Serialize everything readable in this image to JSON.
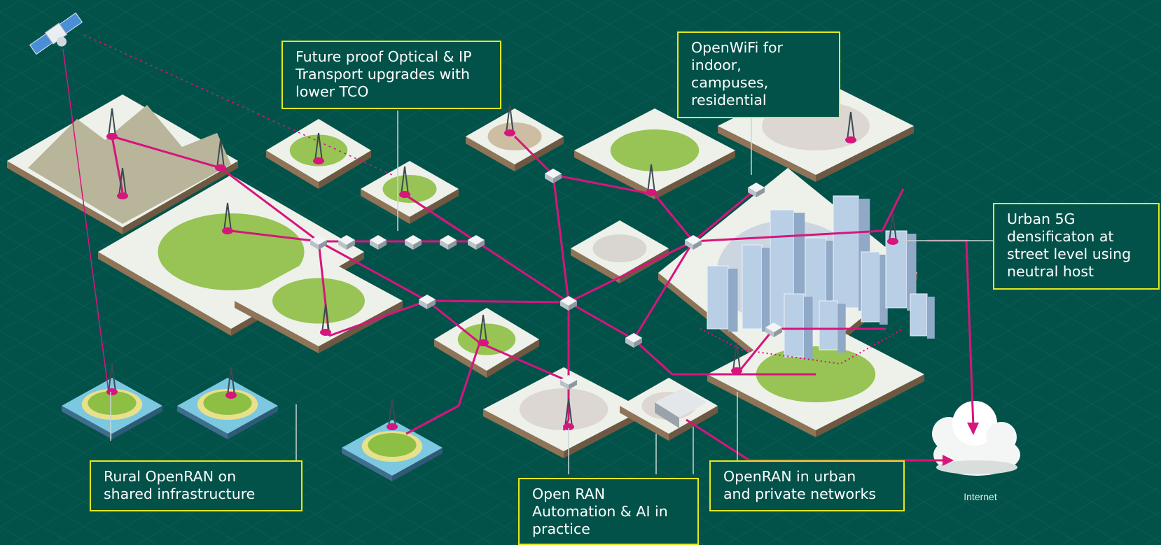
{
  "diagram": {
    "colors": {
      "background": "#03524a",
      "callout_border": "#e3e81d",
      "link": "#d6157d",
      "tile_top": "#eef1ea",
      "tile_side": "#8f7458",
      "grass": "#8dbf44",
      "water": "#7cc8e0",
      "building": "#b9cfe6"
    },
    "callouts": {
      "optical_transport": {
        "lines": [
          "Future proof Optical & IP",
          "Transport upgrades with",
          "lower TCO"
        ]
      },
      "openwifi": {
        "lines": [
          "OpenWiFi for",
          "indoor,",
          "campuses,",
          "residential"
        ]
      },
      "urban_5g": {
        "lines": [
          "Urban 5G",
          "densificaton at",
          "street level using",
          "neutral host"
        ]
      },
      "rural_openran": {
        "lines": [
          "Rural OpenRAN on",
          "shared infrastructure"
        ]
      },
      "ran_automation": {
        "lines": [
          "Open RAN",
          "Automation & AI in",
          "practice"
        ]
      },
      "openran_urban": {
        "lines": [
          "OpenRAN in urban",
          "and private networks"
        ]
      }
    },
    "internet_label": "Internet",
    "icons": [
      "satellite-icon",
      "cloud-icon",
      "cell-tower-icon",
      "router-icon",
      "amplifier-icon",
      "data-center-icon"
    ]
  }
}
